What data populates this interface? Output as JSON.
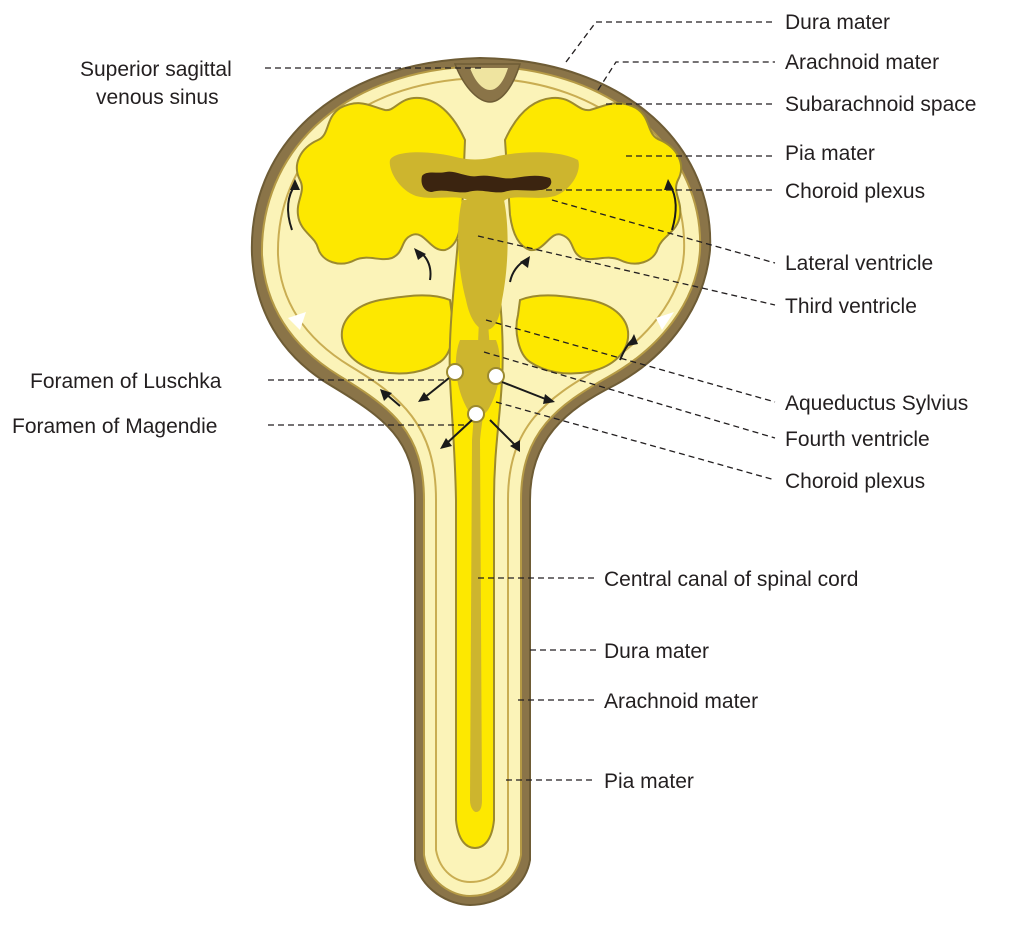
{
  "labels": {
    "superior_sagittal_1": "Superior sagittal",
    "superior_sagittal_2": "venous sinus",
    "dura_top": "Dura mater",
    "arachnoid_top": "Arachnoid mater",
    "subarachnoid": "Subarachnoid space",
    "pia_top": "Pia mater",
    "choroid_top": "Choroid plexus",
    "lateral_ventricle": "Lateral ventricle",
    "third_ventricle": "Third ventricle",
    "luschka": "Foramen of Luschka",
    "magendie": "Foramen of Magendie",
    "aqueductus": "Aqueductus Sylvius",
    "fourth_ventricle": "Fourth ventricle",
    "choroid_bottom": "Choroid plexus",
    "central_canal": "Central canal of spinal cord",
    "dura_bottom": "Dura mater",
    "arachnoid_bottom": "Arachnoid mater",
    "pia_bottom": "Pia mater"
  },
  "colors": {
    "dura": "#8a7448",
    "arachnoid_fill": "#fbf3b8",
    "arachnoid_line": "#b59a45",
    "brain": "#fde800",
    "brain_outline": "#9c8a2e",
    "ventricle": "#cdb52e",
    "choroid": "#3b2410",
    "text": "#231f20"
  }
}
